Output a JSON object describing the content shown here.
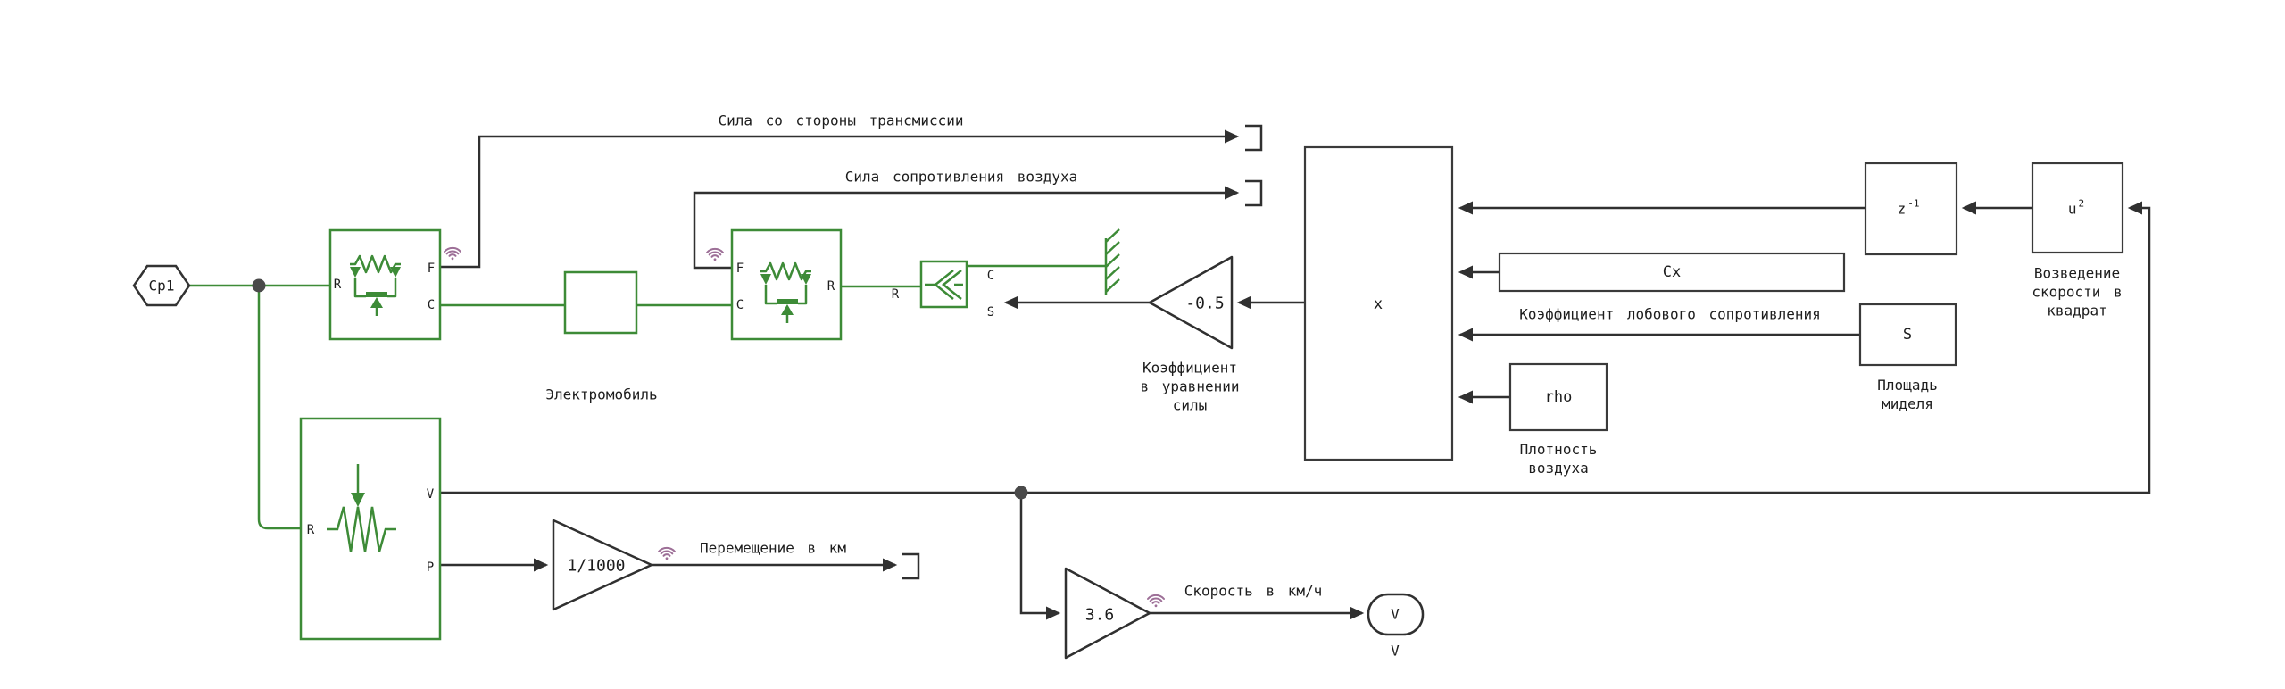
{
  "colors": {
    "physical_wire": "#3d8b37",
    "signal_wire": "#303030",
    "wireless_badge": "#9d6f97",
    "junction": "#4a4a4a"
  },
  "input_port": {
    "label": "Cp1"
  },
  "tire1": {
    "port_r": "R",
    "port_f": "F",
    "port_c": "C"
  },
  "tire2": {
    "port_f": "F",
    "port_c": "C",
    "port_r": "R"
  },
  "vehicle_subsystem": {
    "caption": "Электромобиль"
  },
  "force_source": {
    "port_r": "R",
    "port_c": "C",
    "port_s": "S"
  },
  "force_gain": {
    "value": "-0.5",
    "caption": "Коэффициент\nв уравнении\nсилы"
  },
  "product": {
    "label": "x"
  },
  "drag_coeff": {
    "label": "Cx",
    "caption": "Коэффициент лобового сопротивления"
  },
  "frontal_area": {
    "label": "S",
    "caption": "Площадь\nмиделя"
  },
  "air_density": {
    "label": "rho",
    "caption": "Плотность\nвоздуха"
  },
  "unit_delay": {
    "base": "z",
    "exponent": "-1"
  },
  "square": {
    "base": "u",
    "exponent": "2",
    "caption": "Возведение\nскорости в\nквадрат"
  },
  "mass_block": {
    "port_r": "R",
    "port_v": "V",
    "port_p": "P"
  },
  "displacement_gain": {
    "value": "1/1000"
  },
  "speed_gain": {
    "value": "3.6"
  },
  "speed_tag": {
    "label": "V",
    "caption": "V"
  },
  "signals": {
    "transmission": "Сила со стороны трансмиссии",
    "air_resistance": "Сила сопротивления воздуха",
    "displacement": "Перемещение в км",
    "speed": "Скорость в км/ч"
  }
}
